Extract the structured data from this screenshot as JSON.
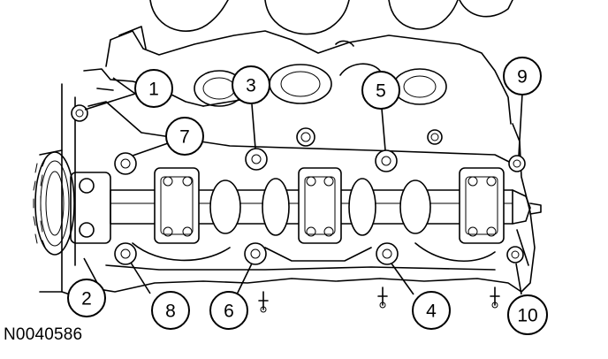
{
  "figure_id": "N0040586",
  "callouts": [
    {
      "id": "1",
      "label": "1"
    },
    {
      "id": "2",
      "label": "2"
    },
    {
      "id": "3",
      "label": "3"
    },
    {
      "id": "4",
      "label": "4"
    },
    {
      "id": "5",
      "label": "5"
    },
    {
      "id": "6",
      "label": "6"
    },
    {
      "id": "7",
      "label": "7"
    },
    {
      "id": "8",
      "label": "8"
    },
    {
      "id": "9",
      "label": "9"
    },
    {
      "id": "10",
      "label": "10"
    }
  ]
}
